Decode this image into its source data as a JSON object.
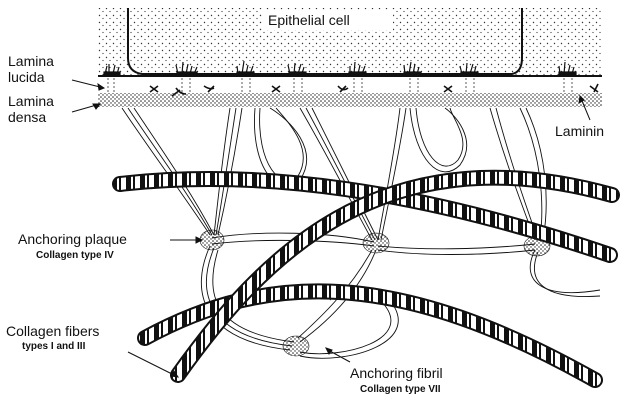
{
  "diagram": {
    "title": "Epithelial cell",
    "labels": {
      "lamina_lucida_1": "Lamina",
      "lamina_lucida_2": "lucida",
      "lamina_densa_1": "Lamina",
      "lamina_densa_2": "densa",
      "laminin": "Laminin",
      "anchoring_plaque": "Anchoring plaque",
      "anchoring_plaque_sub": "Collagen type IV",
      "collagen_fibers": "Collagen fibers",
      "collagen_fibers_sub": "types I and III",
      "anchoring_fibril": "Anchoring fibril",
      "anchoring_fibril_sub": "Collagen type VII"
    },
    "colors": {
      "ink": "#111111",
      "background": "#ffffff",
      "stipple": "#333333"
    }
  }
}
